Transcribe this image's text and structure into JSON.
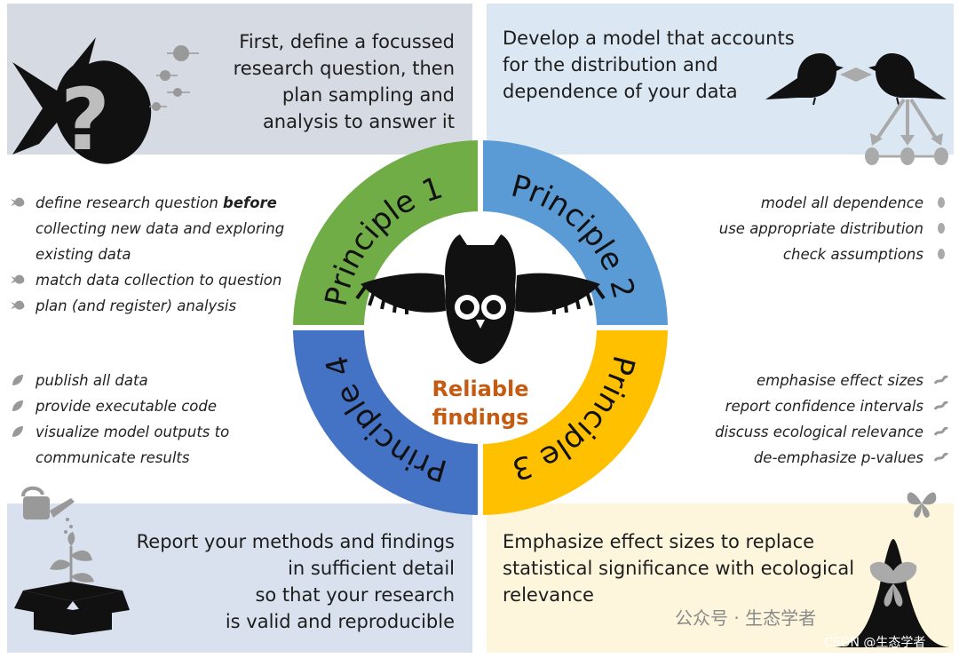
{
  "principles": {
    "p1": {
      "label": "Principle 1",
      "color": "#70ad47",
      "heading": [
        "First, define a focussed",
        "research question, then",
        "plan sampling and",
        "analysis to answer it"
      ],
      "bullets": [
        {
          "lines": [
            "define research question ",
            "before"
          ],
          "cont": [
            "collecting new data and exploring",
            "existing data"
          ]
        },
        {
          "lines": [
            "match data collection to question"
          ]
        },
        {
          "lines": [
            "plan (and register) analysis"
          ]
        }
      ]
    },
    "p2": {
      "label": "Principle 2",
      "color": "#5b9bd5",
      "heading": [
        "Develop a model that accounts",
        "for the distribution and",
        "dependence of your data"
      ],
      "bullets": [
        "model all dependence",
        "use appropriate distribution",
        "check assumptions"
      ]
    },
    "p3": {
      "label": "Principle 3",
      "color": "#ffc000",
      "heading": [
        "Emphasize effect sizes to replace",
        "statistical significance with ecological",
        "relevance"
      ],
      "bullets": [
        "emphasise effect sizes",
        "report confidence intervals",
        "discuss ecological relevance",
        "de-emphasize p-values"
      ]
    },
    "p4": {
      "label": "Principle 4",
      "color": "#4472c4",
      "heading": [
        "Report your methods and findings",
        "in sufficient detail",
        "so that your research",
        "is valid and reproducible"
      ],
      "bullets": [
        "publish all data",
        "provide executable code",
        "visualize model outputs to"
      ],
      "bullet_cont": "communicate results"
    }
  },
  "center": {
    "line1": "Reliable",
    "line2": "findings",
    "color": "#c55a11"
  },
  "icons": [
    "fish-question-icon",
    "bubbles-icon",
    "birds-icon",
    "dependence-graph-icon",
    "owl-icon",
    "watering-can-icon",
    "plant-box-icon",
    "butterfly-icon",
    "distribution-curve-icon"
  ],
  "watermark": {
    "wechat": "公众号 · 生态学者",
    "csdn": "CSDN @生态学者"
  }
}
